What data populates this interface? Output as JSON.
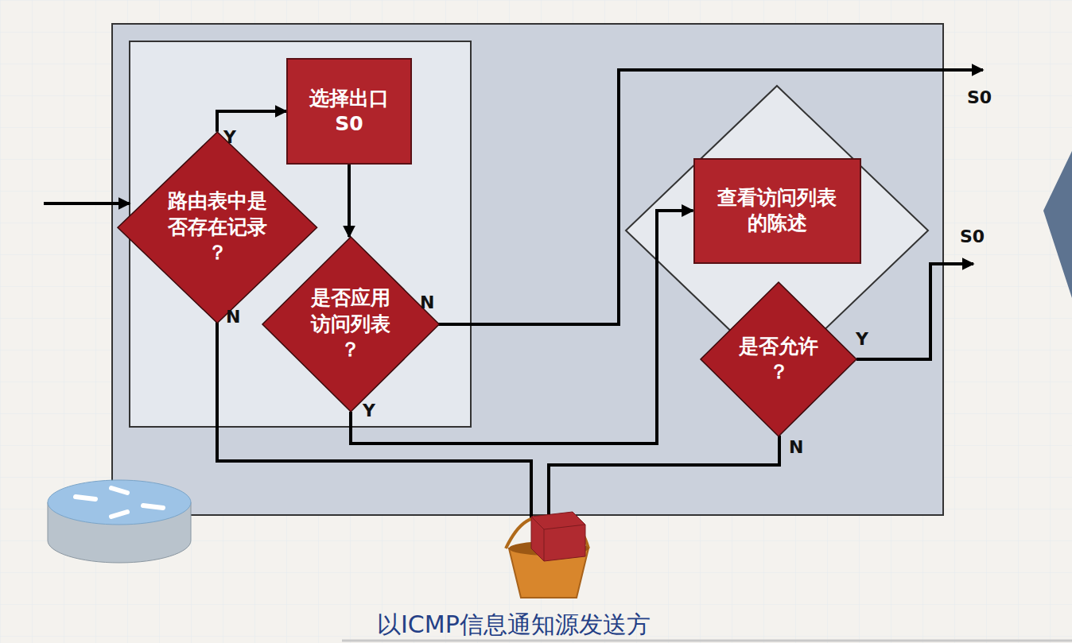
{
  "diagram": {
    "caption": "以ICMP信息通知源发送方",
    "nodes": [
      {
        "text": [
          "路由表中是 否存在记录 ？"
        ]
      },
      {
        "text": [
          "选择出口 S0"
        ]
      },
      {
        "text": [
          "是否应用 访问列表 ？"
        ]
      },
      {
        "text": [
          "查看访问列表 的陈述"
        ]
      },
      {
        "text": [
          "是否允许 ？"
        ]
      }
    ],
    "edges": [
      {
        "from": 0,
        "to": 1,
        "label": "Y",
        "arrow": "to"
      },
      {
        "from": 1,
        "to": 2,
        "arrow": "to"
      },
      {
        "from": 2,
        "to": 3,
        "label": "Y",
        "arrow": "to"
      }
    ],
    "labels": [
      "S0",
      "S0",
      "N",
      "N",
      "Y",
      "N"
    ]
  }
}
